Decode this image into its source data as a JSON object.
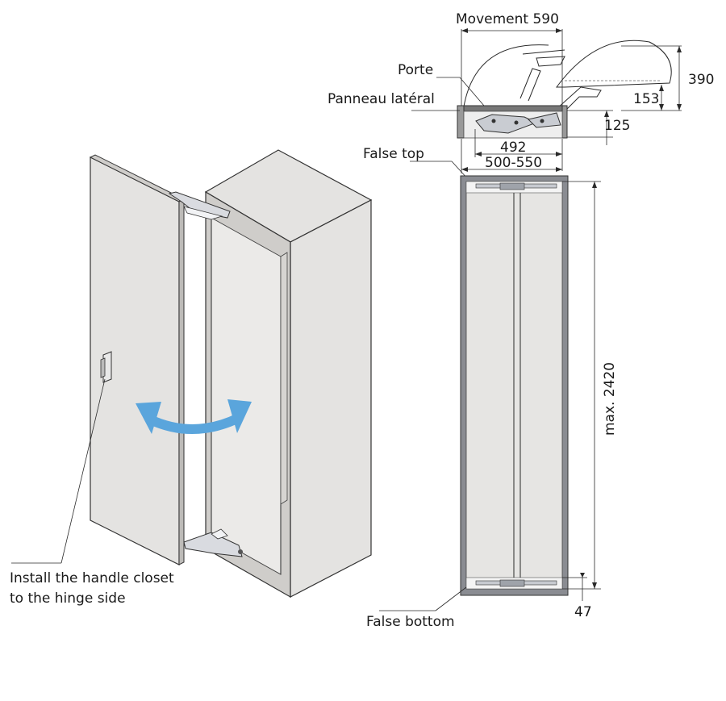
{
  "labels": {
    "movement": "Movement 590",
    "porte": "Porte",
    "panneau": "Panneau latéral",
    "false_top": "False top",
    "false_bottom": "False bottom",
    "install_line1": "Install the handle closet",
    "install_line2": "to the hinge side"
  },
  "dimensions": {
    "d390": "390",
    "d153": "153",
    "d125": "125",
    "d492": "492",
    "d500": "500-550",
    "dmax": "max. 2420",
    "d47": "47"
  },
  "colors": {
    "panel": "#e4e3e1",
    "frame": "#8a8c92",
    "arrow": "#5aa5dc"
  }
}
